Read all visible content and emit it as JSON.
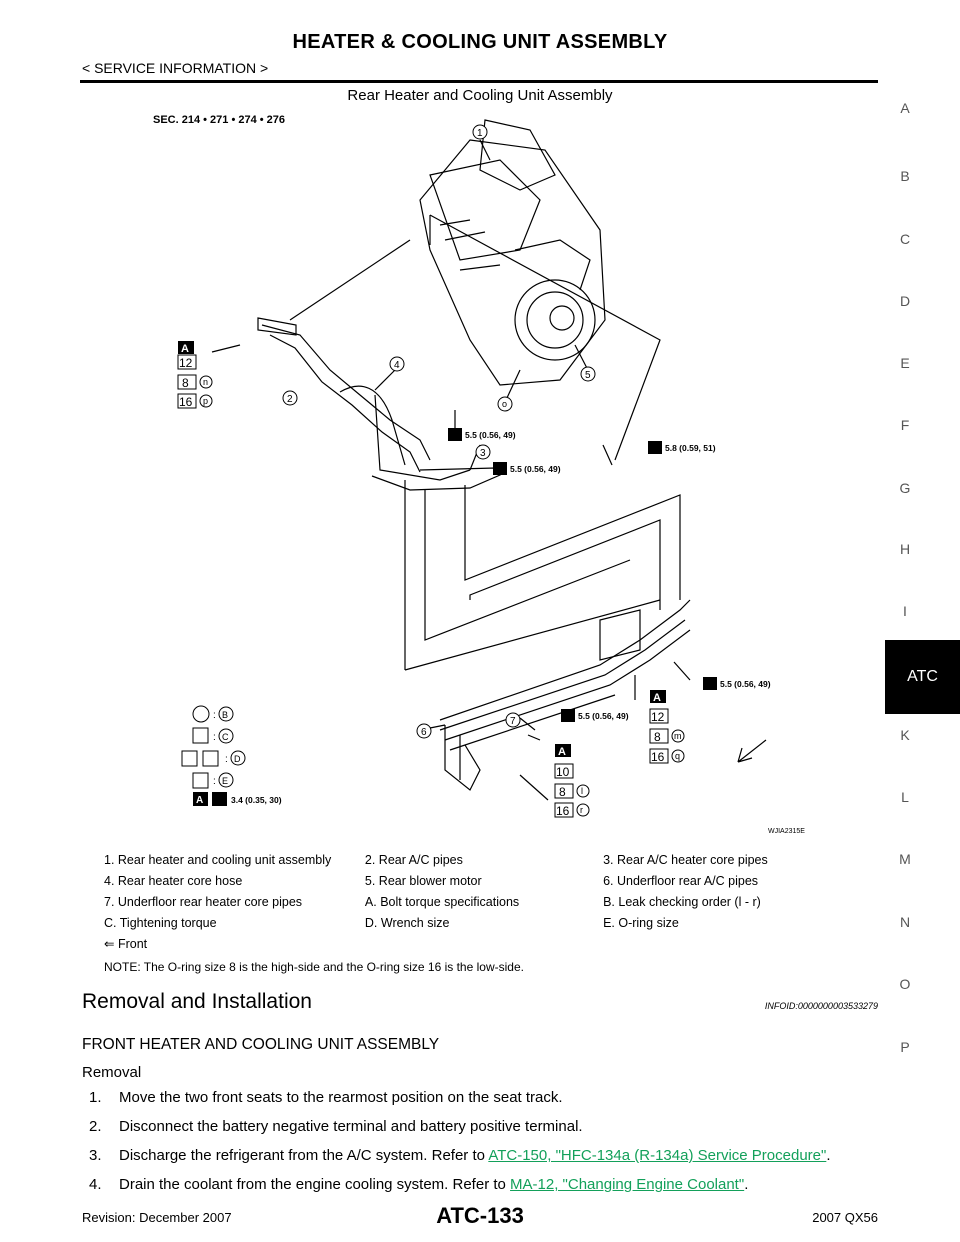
{
  "header": {
    "title": "HEATER & COOLING UNIT ASSEMBLY",
    "subtitle": "< SERVICE INFORMATION >"
  },
  "figure": {
    "title": "Rear Heater and Cooling Unit Assembly",
    "section": "SEC. 214 • 271 • 274 • 276",
    "code": "WJIA2315E",
    "callouts": [
      "1",
      "2",
      "3",
      "4",
      "5",
      "6",
      "7"
    ],
    "letters": [
      "o"
    ],
    "torques": [
      "5.5 (0.56, 49)",
      "5.5 (0.56, 49)",
      "5.8 (0.59, 51)",
      "5.5 (0.56, 49)",
      "5.5 (0.56, 49)"
    ],
    "spec_groups": [
      {
        "tag": "A",
        "rows": [
          [
            "12",
            ""
          ],
          [
            "8",
            "n"
          ],
          [
            "16",
            "p"
          ]
        ]
      },
      {
        "tag": "A",
        "rows": [
          [
            "12",
            ""
          ],
          [
            "8",
            "m"
          ],
          [
            "16",
            "q"
          ]
        ]
      },
      {
        "tag": "A",
        "rows": [
          [
            "10",
            ""
          ],
          [
            "8",
            "l"
          ],
          [
            "16",
            "r"
          ]
        ]
      }
    ],
    "key": [
      {
        "symbol": "circle",
        "ref": "B"
      },
      {
        "symbol": "square",
        "ref": "C"
      },
      {
        "symbol": "double-square",
        "ref": "D"
      },
      {
        "symbol": "square",
        "ref": "E"
      }
    ],
    "key_torque": {
      "tag": "A",
      "value": "3.4 (0.35, 30)"
    }
  },
  "side_index": [
    "A",
    "B",
    "C",
    "D",
    "E",
    "F",
    "G",
    "H",
    "I",
    "K",
    "L",
    "M",
    "N",
    "O",
    "P"
  ],
  "active_tab": "ATC",
  "legend": {
    "rows": [
      [
        "1. Rear heater and cooling unit assembly",
        "2. Rear A/C pipes",
        "3. Rear A/C heater core pipes"
      ],
      [
        "4. Rear heater core hose",
        "5. Rear blower motor",
        "6. Underfloor rear A/C pipes"
      ],
      [
        "7. Underfloor rear heater core pipes",
        "A. Bolt torque specifications",
        "B. Leak checking order (l - r)"
      ],
      [
        "C. Tightening torque",
        "D. Wrench size",
        "E. O-ring size"
      ],
      [
        "⇐ Front",
        "",
        ""
      ]
    ],
    "note": "NOTE: The O-ring size 8 is the high-side and the O-ring size 16 is the low-side."
  },
  "section": {
    "title": "Removal and Installation",
    "info_id": "INFOID:0000000003533279",
    "subtitle": "FRONT HEATER AND COOLING UNIT ASSEMBLY",
    "label": "Removal"
  },
  "steps": [
    {
      "num": "1.",
      "text": "Move the two front seats to the rearmost position on the seat track.",
      "link": "",
      "after": ""
    },
    {
      "num": "2.",
      "text": "Disconnect the battery negative terminal and battery positive terminal.",
      "link": "",
      "after": ""
    },
    {
      "num": "3.",
      "text": "Discharge the refrigerant from the A/C system. Refer to ",
      "link": "ATC-150, \"HFC-134a (R-134a) Service Procedure\"",
      "after": "."
    },
    {
      "num": "4.",
      "text": "Drain the coolant from the engine cooling system. Refer to ",
      "link": "MA-12, \"Changing Engine Coolant\"",
      "after": "."
    }
  ],
  "footer": {
    "revision": "Revision: December 2007",
    "page": "ATC-133",
    "model": "2007 QX56"
  },
  "colors": {
    "link": "#13a05a",
    "tab_bg": "#000000"
  }
}
